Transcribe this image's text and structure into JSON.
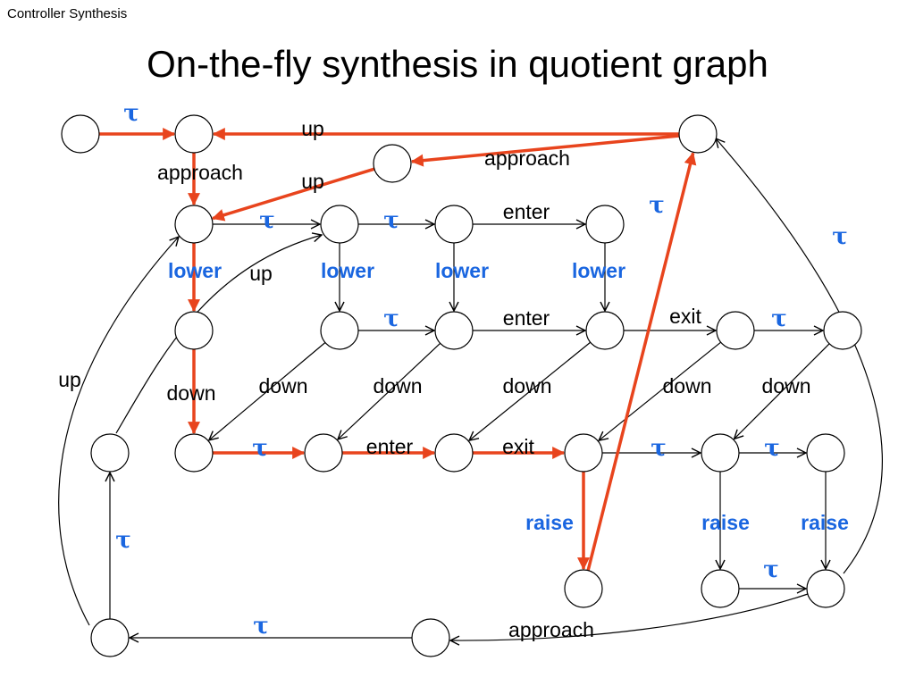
{
  "header": "Controller Synthesis",
  "title": "On-the-fly synthesis in quotient graph",
  "colors": {
    "highlight": "#e8441d",
    "blue_label": "#1a66e0",
    "black": "#000000"
  },
  "diagram": {
    "nodes": [
      "S0",
      "A",
      "U",
      "B",
      "C",
      "D",
      "E",
      "F",
      "G",
      "H",
      "I",
      "J",
      "K",
      "L",
      "M",
      "N",
      "O",
      "P",
      "Q",
      "R",
      "T",
      "W",
      "X",
      "Y",
      "Z"
    ],
    "edges": [
      {
        "from": "S0",
        "to": "A",
        "label": "τ",
        "highlighted": true
      },
      {
        "from": "U",
        "to": "A",
        "label": "up",
        "highlighted": true
      },
      {
        "from": "U",
        "to": "C",
        "label": "approach",
        "highlighted": true
      },
      {
        "from": "C",
        "to": "B",
        "label": "up",
        "highlighted": true
      },
      {
        "from": "A",
        "to": "B",
        "label": "approach",
        "highlighted": true
      },
      {
        "from": "B",
        "to": "D",
        "label": "τ",
        "highlighted": false
      },
      {
        "from": "D",
        "to": "E",
        "label": "τ",
        "highlighted": false
      },
      {
        "from": "E",
        "to": "F",
        "label": "enter",
        "highlighted": false
      },
      {
        "from": "B",
        "to": "G",
        "label": "lower",
        "highlighted": true
      },
      {
        "from": "D",
        "to": "H",
        "label": "lower",
        "highlighted": false
      },
      {
        "from": "E",
        "to": "I",
        "label": "lower",
        "highlighted": false
      },
      {
        "from": "F",
        "to": "J",
        "label": "lower",
        "highlighted": false
      },
      {
        "from": "H",
        "to": "I",
        "label": "τ",
        "highlighted": false
      },
      {
        "from": "I",
        "to": "J",
        "label": "enter",
        "highlighted": false
      },
      {
        "from": "J",
        "to": "K",
        "label": "exit",
        "highlighted": false
      },
      {
        "from": "K",
        "to": "L",
        "label": "τ",
        "highlighted": false
      },
      {
        "from": "G",
        "to": "N",
        "label": "down",
        "highlighted": true
      },
      {
        "from": "H",
        "to": "N",
        "label": "down",
        "highlighted": false
      },
      {
        "from": "I",
        "to": "O",
        "label": "down",
        "highlighted": false
      },
      {
        "from": "J",
        "to": "P",
        "label": "down",
        "highlighted": false
      },
      {
        "from": "K",
        "to": "Q",
        "label": "down",
        "highlighted": false
      },
      {
        "from": "L",
        "to": "R",
        "label": "down",
        "highlighted": false
      },
      {
        "from": "M",
        "to": "D",
        "label": "up",
        "highlighted": false
      },
      {
        "from": "N",
        "to": "O",
        "label": "τ",
        "highlighted": true
      },
      {
        "from": "O",
        "to": "P",
        "label": "enter",
        "highlighted": true
      },
      {
        "from": "P",
        "to": "Q",
        "label": "exit",
        "highlighted": true
      },
      {
        "from": "Q",
        "to": "R",
        "label": "τ",
        "highlighted": false
      },
      {
        "from": "R",
        "to": "T",
        "label": "τ",
        "highlighted": false
      },
      {
        "from": "Q",
        "to": "Y",
        "label": "raise",
        "highlighted": true
      },
      {
        "from": "R",
        "to": "Z",
        "label": "raise",
        "highlighted": false
      },
      {
        "from": "T",
        "to": "W",
        "label": "raise",
        "highlighted": false
      },
      {
        "from": "Z",
        "to": "W",
        "label": "τ",
        "highlighted": false
      },
      {
        "from": "Y",
        "to": "U",
        "label": "τ",
        "highlighted": true
      },
      {
        "from": "W",
        "to": "U",
        "label": "τ",
        "highlighted": false
      },
      {
        "from": "X",
        "to": "V",
        "label": "τ",
        "highlighted": false
      },
      {
        "from": "V",
        "to": "M",
        "label": "τ",
        "highlighted": false
      },
      {
        "from": "V",
        "to": "B",
        "label": "up",
        "highlighted": false
      },
      {
        "from": "W",
        "to": "X",
        "label": "approach",
        "highlighted": false
      }
    ]
  }
}
